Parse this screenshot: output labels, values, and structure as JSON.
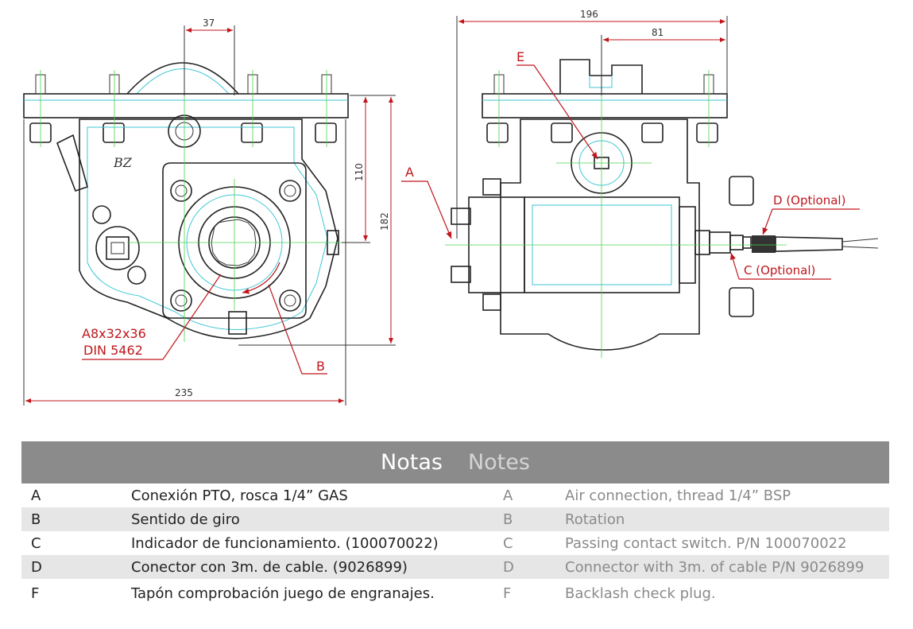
{
  "drawing": {
    "dims": {
      "d37": "37",
      "d110": "110",
      "d182": "182",
      "d235": "235",
      "d196": "196",
      "d81": "81"
    },
    "labels": {
      "A": "A",
      "B": "B",
      "E": "E",
      "spline_line1": "A8x32x36",
      "spline_line2": "DIN 5462",
      "D_opt": "D (Optional)",
      "C_opt": "C (Optional)",
      "logo": "BZ"
    },
    "colors": {
      "annotation": "#c0161c",
      "centerline": "#4fd24f",
      "hidden": "#3fc6d6"
    }
  },
  "notes": {
    "title_es": "Notas",
    "title_en": "Notes",
    "rows": [
      {
        "letter": "A",
        "es": "Conexión PTO, rosca 1/4” GAS",
        "letter_en": "A",
        "en": "Air connection, thread 1/4” BSP"
      },
      {
        "letter": "B",
        "es": "Sentido de giro",
        "letter_en": "B",
        "en": "Rotation"
      },
      {
        "letter": "C",
        "es": "Indicador de funcionamiento. (100070022)",
        "letter_en": "C",
        "en": "Passing contact switch. P/N 100070022"
      },
      {
        "letter": "D",
        "es": "Conector con 3m. de cable. (9026899)",
        "letter_en": "D",
        "en": "Connector with 3m. of cable P/N 9026899"
      },
      {
        "letter": "F",
        "es": "Tapón comprobación juego de engranajes.",
        "letter_en": "F",
        "en": "Backlash check plug."
      }
    ]
  }
}
